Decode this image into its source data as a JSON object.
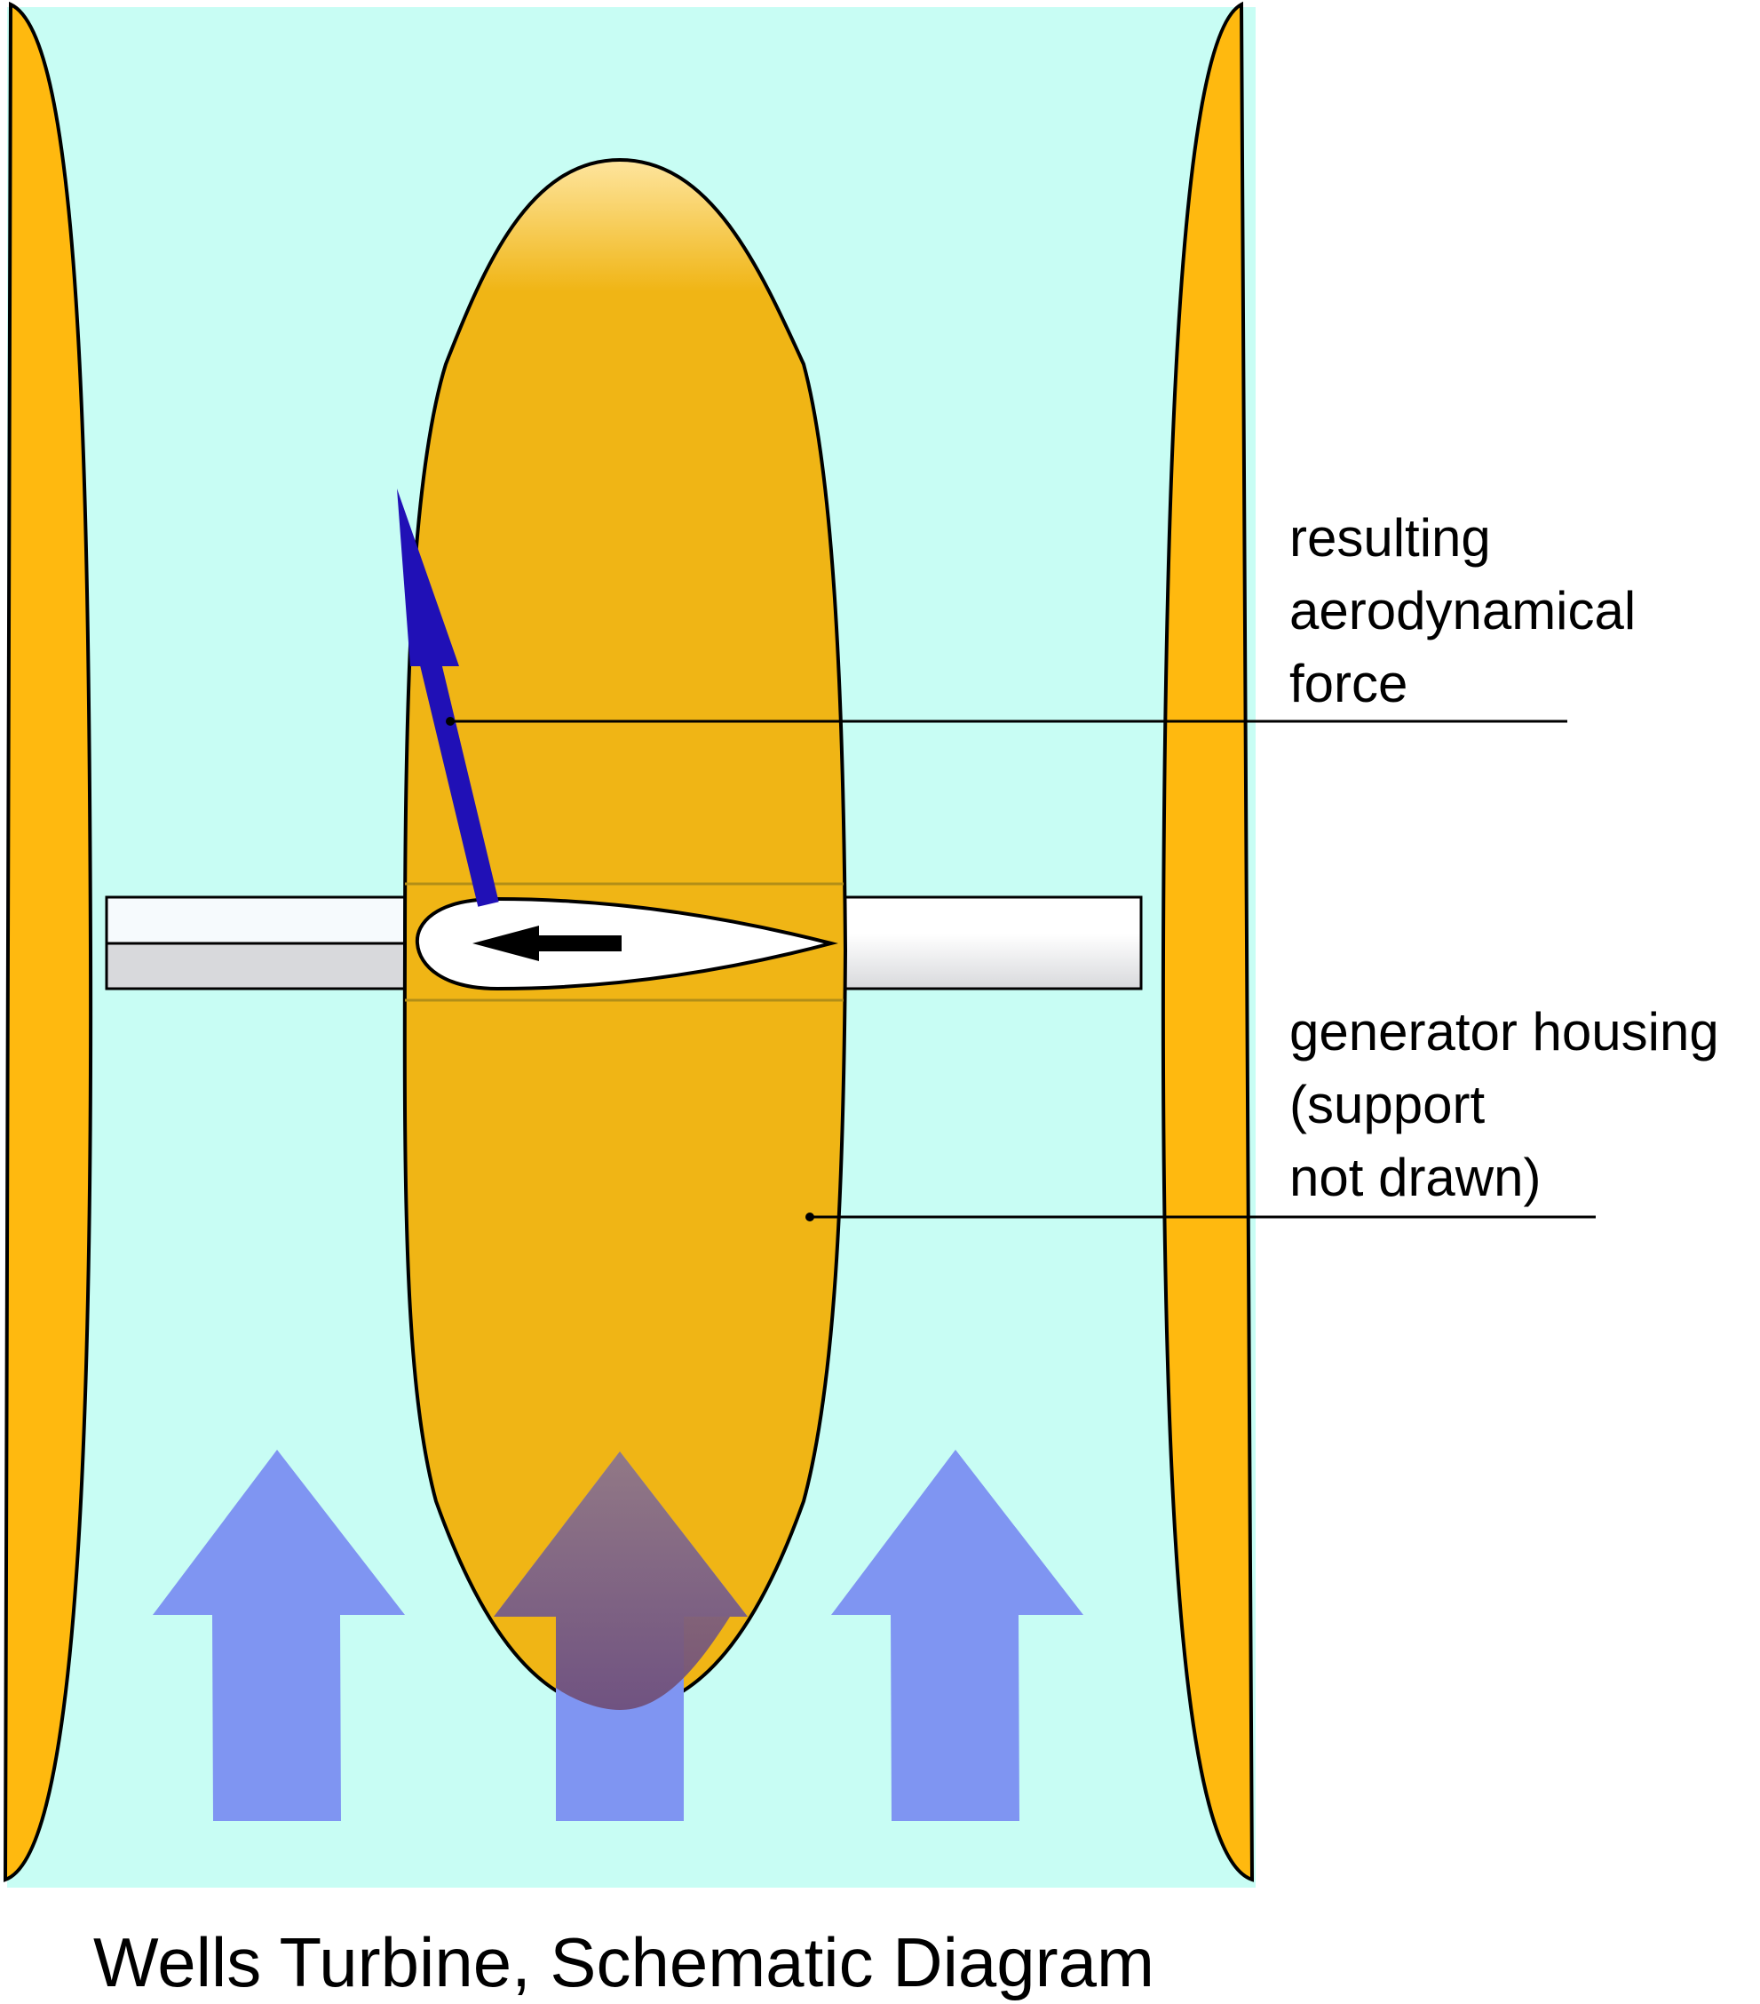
{
  "caption": "Wells Turbine, Schematic Diagram",
  "labels": {
    "force": [
      "resulting",
      "aerodynamical",
      "force"
    ],
    "housing": [
      "generator housing",
      "(support",
      "not drawn)"
    ]
  },
  "colors": {
    "air_flow": "#c8fdf4",
    "duct_wall": "#ffb90f",
    "housing": "#f0b515",
    "housing_top": "#fee59e",
    "flow_arrow": "#7f95f2",
    "force_arrow": "#2010b6",
    "blade": "#ffffff",
    "outline": "#000000"
  },
  "icons": {
    "flow_arrows": "up-arrow",
    "force_vector": "arrow-up-left",
    "blade_motion": "arrow-left"
  }
}
